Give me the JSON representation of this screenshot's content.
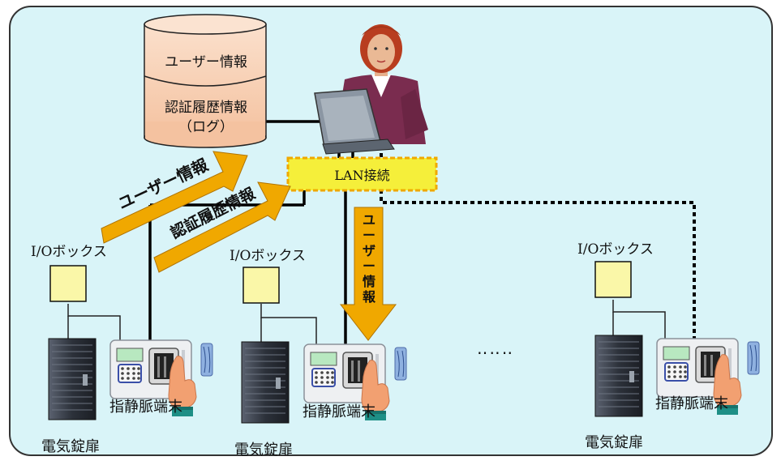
{
  "colors": {
    "panel_bg": "#d9f4f8",
    "panel_border": "#333333",
    "db_fill": "#f8d3b8",
    "arrow_fill": "#f0a800",
    "lan_fill": "#f5ef3a",
    "lan_border": "#f0a800",
    "io_box_fill": "#faf7a8"
  },
  "database": {
    "section1": "ユーザー情報",
    "section2_line1": "認証履歴情報",
    "section2_line2": "（ログ）"
  },
  "lan": {
    "label": "LAN接続"
  },
  "arrows": {
    "user_info_up": "ユーザー情報",
    "auth_history_up": "認証履歴情報",
    "user_info_down": [
      "ユ",
      "ー",
      "ザ",
      "ー",
      "情",
      "報"
    ]
  },
  "stations": [
    {
      "io_label": "I/Oボックス",
      "terminal_label": "指静脈端末",
      "door_label": "電気錠扉"
    },
    {
      "io_label": "I/Oボックス",
      "terminal_label": "指静脈端末",
      "door_label": "電気錠扉"
    },
    {
      "io_label": "I/Oボックス",
      "terminal_label": "指静脈端末",
      "door_label": "電気錠扉"
    }
  ],
  "ellipsis": "‥‥‥",
  "icons": [
    "database-icon",
    "operator-pc-icon",
    "io-box-icon",
    "finger-vein-terminal-icon",
    "electric-lock-door-icon",
    "hand-icon"
  ]
}
